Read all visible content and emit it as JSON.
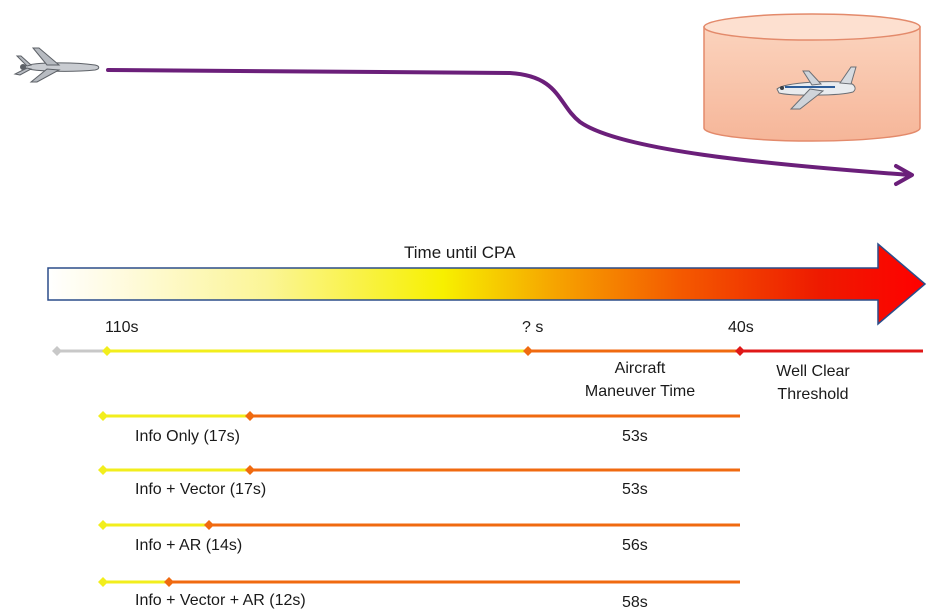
{
  "header": {
    "arrow_label": "Time until  CPA"
  },
  "timeline": {
    "markers": [
      {
        "label": "110s"
      },
      {
        "label": "? s"
      },
      {
        "label": "40s"
      }
    ],
    "maneuver_label": [
      "Aircraft",
      "Maneuver Time"
    ],
    "well_clear_label": [
      "Well Clear",
      "Threshold"
    ]
  },
  "conditions": [
    {
      "label": "Info Only (17s)",
      "time": "53s",
      "decision_seconds": 17
    },
    {
      "label": "Info + Vector (17s)",
      "time": "53s",
      "decision_seconds": 17
    },
    {
      "label": "Info + AR (14s)",
      "time": "56s",
      "decision_seconds": 14
    },
    {
      "label": "Info + Vector + AR (12s)",
      "time": "58s",
      "decision_seconds": 12
    }
  ],
  "colors": {
    "path": "#6b1f7a",
    "yellow": "#f2ee1c",
    "orange": "#f06a10",
    "red": "#e01818",
    "cylinder_fill": "#f8c4a8",
    "cylinder_stroke": "#e07a5a"
  },
  "icons": {
    "uav": "drone-icon",
    "aircraft": "airliner-icon"
  }
}
